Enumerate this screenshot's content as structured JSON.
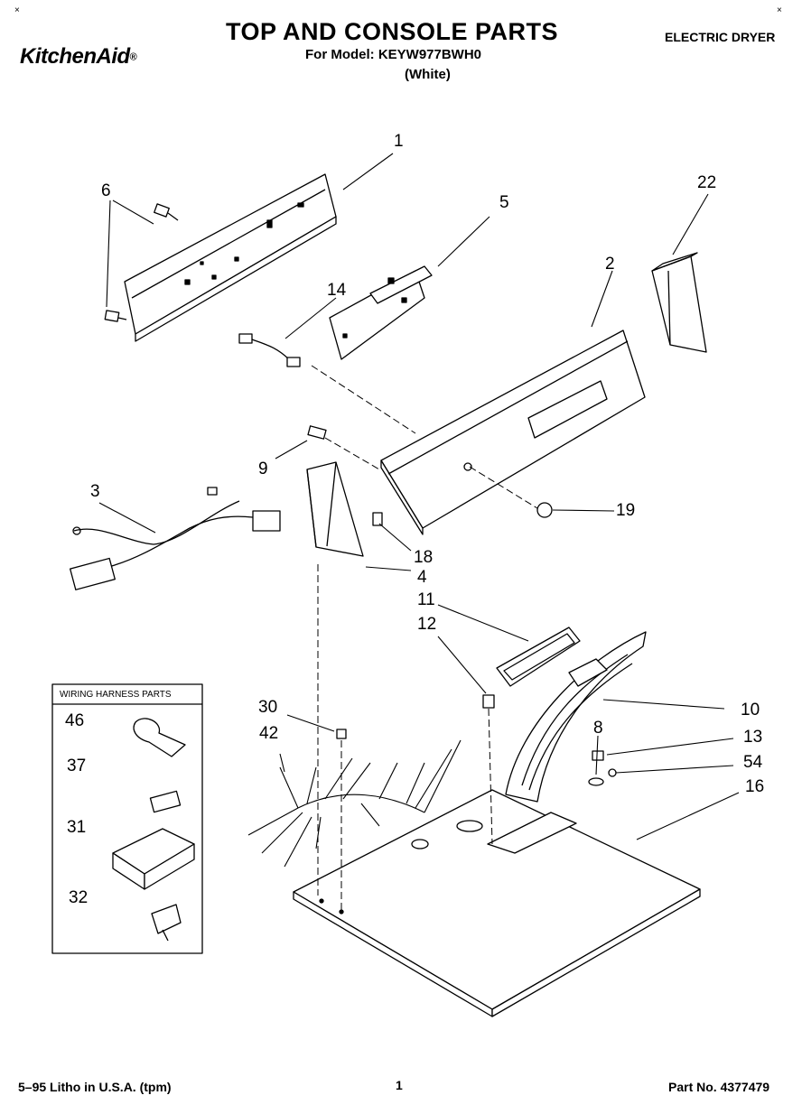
{
  "header": {
    "brand": "KitchenAid",
    "brand_mark": "®",
    "title": "TOP AND CONSOLE PARTS",
    "model_line": "For Model: KEYW977BWH0",
    "color_line": "(White)",
    "product": "ELECTRIC DRYER",
    "corner_mark": "×"
  },
  "callouts": {
    "p1": "1",
    "p2": "2",
    "p3": "3",
    "p4": "4",
    "p5": "5",
    "p6": "6",
    "p8": "8",
    "p9": "9",
    "p10": "10",
    "p11": "11",
    "p12": "12",
    "p13": "13",
    "p14": "14",
    "p16": "16",
    "p18": "18",
    "p19": "19",
    "p22": "22",
    "p30": "30",
    "p31": "31",
    "p32": "32",
    "p37": "37",
    "p42": "42",
    "p46": "46",
    "p54": "54"
  },
  "harness_box": {
    "title": "WIRING HARNESS PARTS"
  },
  "footer": {
    "print_info": "5–95 Litho in U.S.A. (tpm)",
    "page": "1",
    "part_no": "Part No. 4377479"
  },
  "colors": {
    "ink": "#000000",
    "paper": "#ffffff"
  }
}
